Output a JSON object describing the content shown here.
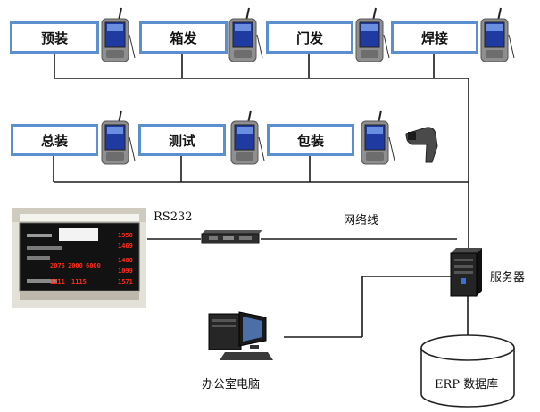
{
  "row1": [
    "预装",
    "箱发",
    "门发",
    "焊接"
  ],
  "row2": [
    "总装",
    "测试",
    "包装"
  ],
  "labels": {
    "rs232": "RS232",
    "network": "网络线",
    "server": "服务器",
    "office_pc": "办公室电脑",
    "erp_db": "ERP 数据库"
  },
  "led_board": {
    "values": [
      "1950",
      "1469",
      "2075",
      "2000",
      "6000",
      "1480",
      "1099",
      "1211",
      "1115",
      "1571"
    ]
  },
  "colors": {
    "station_border": "#5b8fd0",
    "line": "#1a1a1a",
    "led": "#ff2a1a"
  }
}
